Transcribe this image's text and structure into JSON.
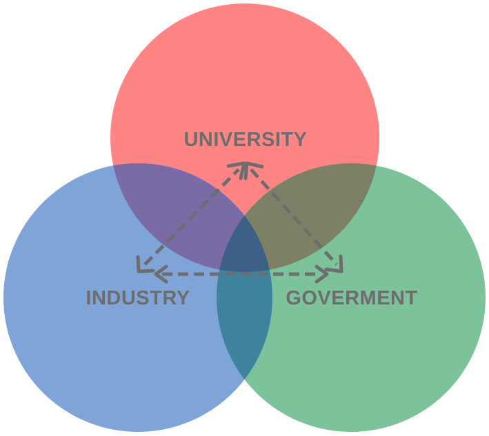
{
  "diagram": {
    "type": "venn-triple-helix",
    "colors": {
      "university": "#ff8585",
      "industry": "#7ea4d8",
      "government": "#7cc29a",
      "university_industry": "#7a6aa6",
      "university_government": "#7d8064",
      "industry_government": "#3f829e",
      "center": "#3d6086",
      "arrows": "#6d6d6d",
      "labels": "#6d6d6d"
    },
    "labels": {
      "university": "UNIVERSITY",
      "industry": "INDUSTRY",
      "government": "GOVERMENT"
    },
    "arrows": [
      {
        "from": "industry",
        "to": "university",
        "style": "dashed",
        "bidirectional": true
      },
      {
        "from": "university",
        "to": "government",
        "style": "dashed",
        "bidirectional": true
      },
      {
        "from": "industry",
        "to": "government",
        "style": "dashed",
        "bidirectional": true
      }
    ]
  }
}
